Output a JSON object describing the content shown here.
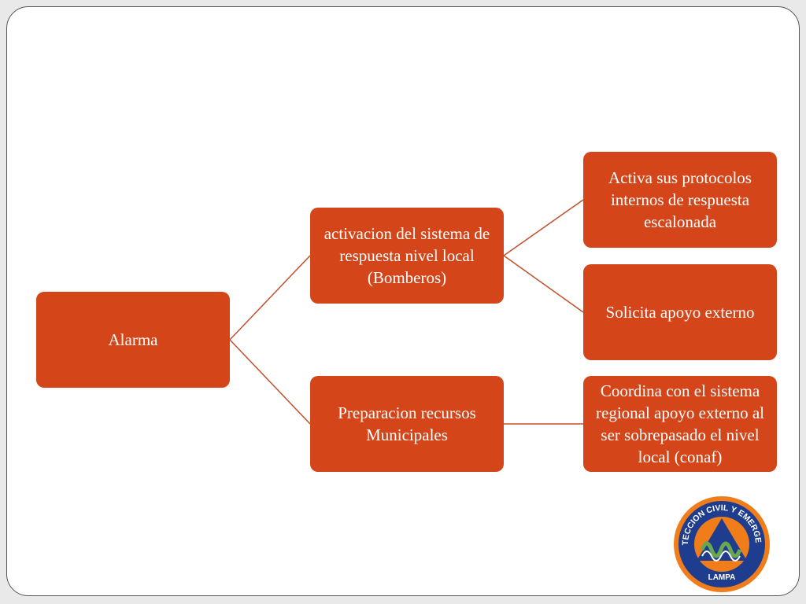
{
  "diagram": {
    "root": {
      "label": "Alarma"
    },
    "branch_activacion": {
      "label": "activacion del sistema de respuesta  nivel local (Bomberos)"
    },
    "branch_preparacion": {
      "label": "Preparacion recursos Municipales"
    },
    "leaf_activa": {
      "label": "Activa sus protocolos internos de respuesta escalonada"
    },
    "leaf_solicita": {
      "label": "Solicita apoyo externo"
    },
    "leaf_coordina": {
      "label": "Coordina con el sistema regional apoyo externo al ser sobrepasado el nivel local  (conaf)"
    }
  },
  "logo": {
    "ring_text": "PROTECCION CIVIL Y EMERGENCIA",
    "bottom_text": "LAMPA"
  },
  "colors": {
    "node_fill": "#d4461a",
    "connector": "#c0502c",
    "logo_blue": "#1f3d8f",
    "logo_orange": "#f07d1a",
    "logo_green": "#6aa84f"
  }
}
